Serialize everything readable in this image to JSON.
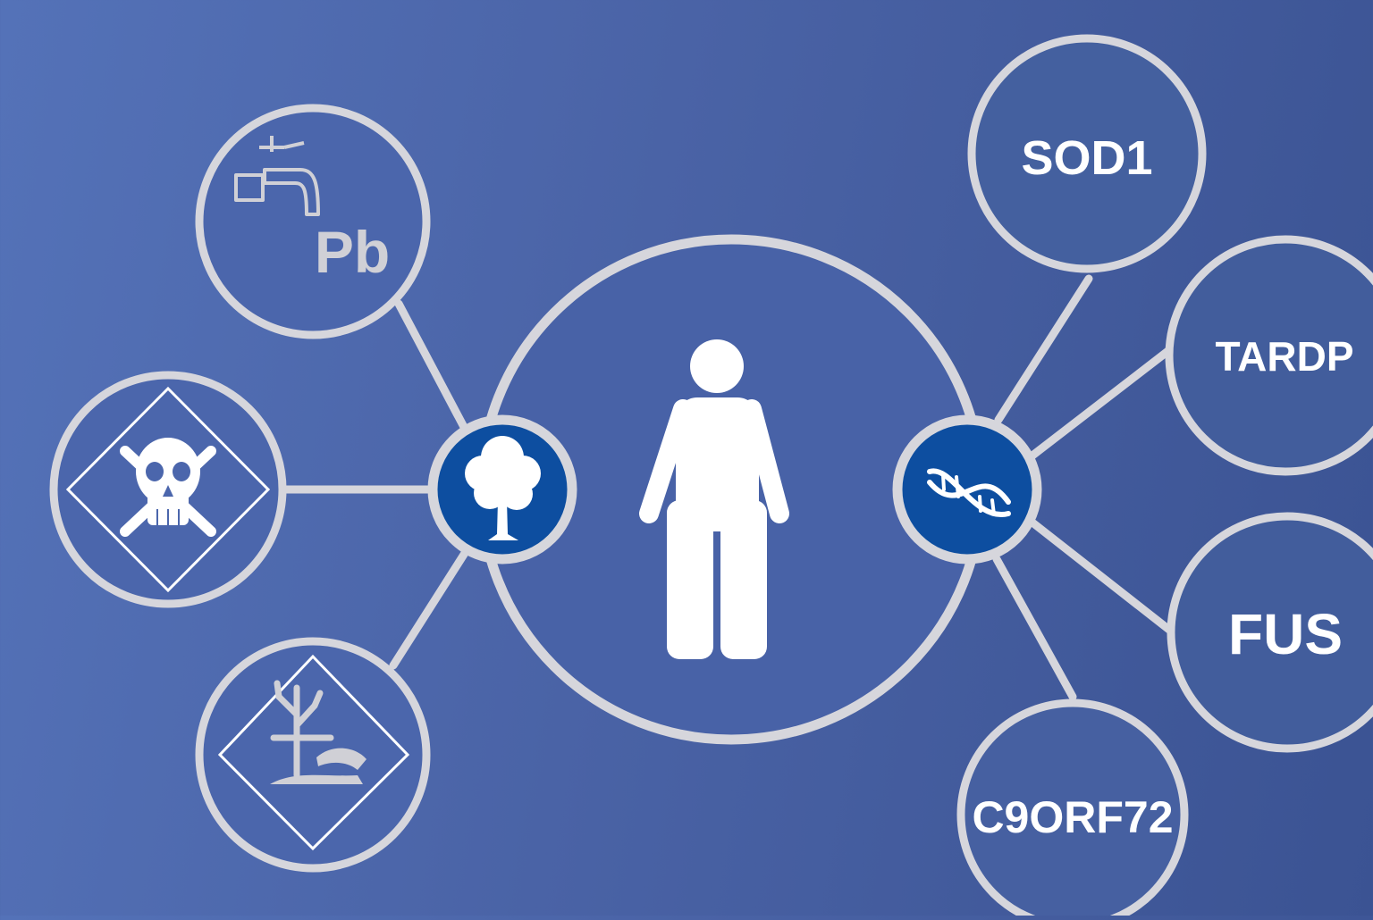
{
  "colors": {
    "ring": "#d6d6dc",
    "hub_fill": "#0d4ea0",
    "icon_light": "#ffffff",
    "icon_muted": "#d0d0d6",
    "label_white": "#ffffff"
  },
  "center": {
    "icon": "person-icon"
  },
  "hubs": {
    "environment": {
      "icon": "tree-icon"
    },
    "genetics": {
      "icon": "dna-icon"
    }
  },
  "environmental_factors": [
    {
      "icon": "water-tap-icon",
      "label": "Pb"
    },
    {
      "icon": "skull-crossbones-hazard-icon"
    },
    {
      "icon": "environmental-hazard-icon"
    }
  ],
  "genes": [
    {
      "label": "SOD1"
    },
    {
      "label": "TARDP"
    },
    {
      "label": "FUS"
    },
    {
      "label": "C9ORF72"
    }
  ]
}
